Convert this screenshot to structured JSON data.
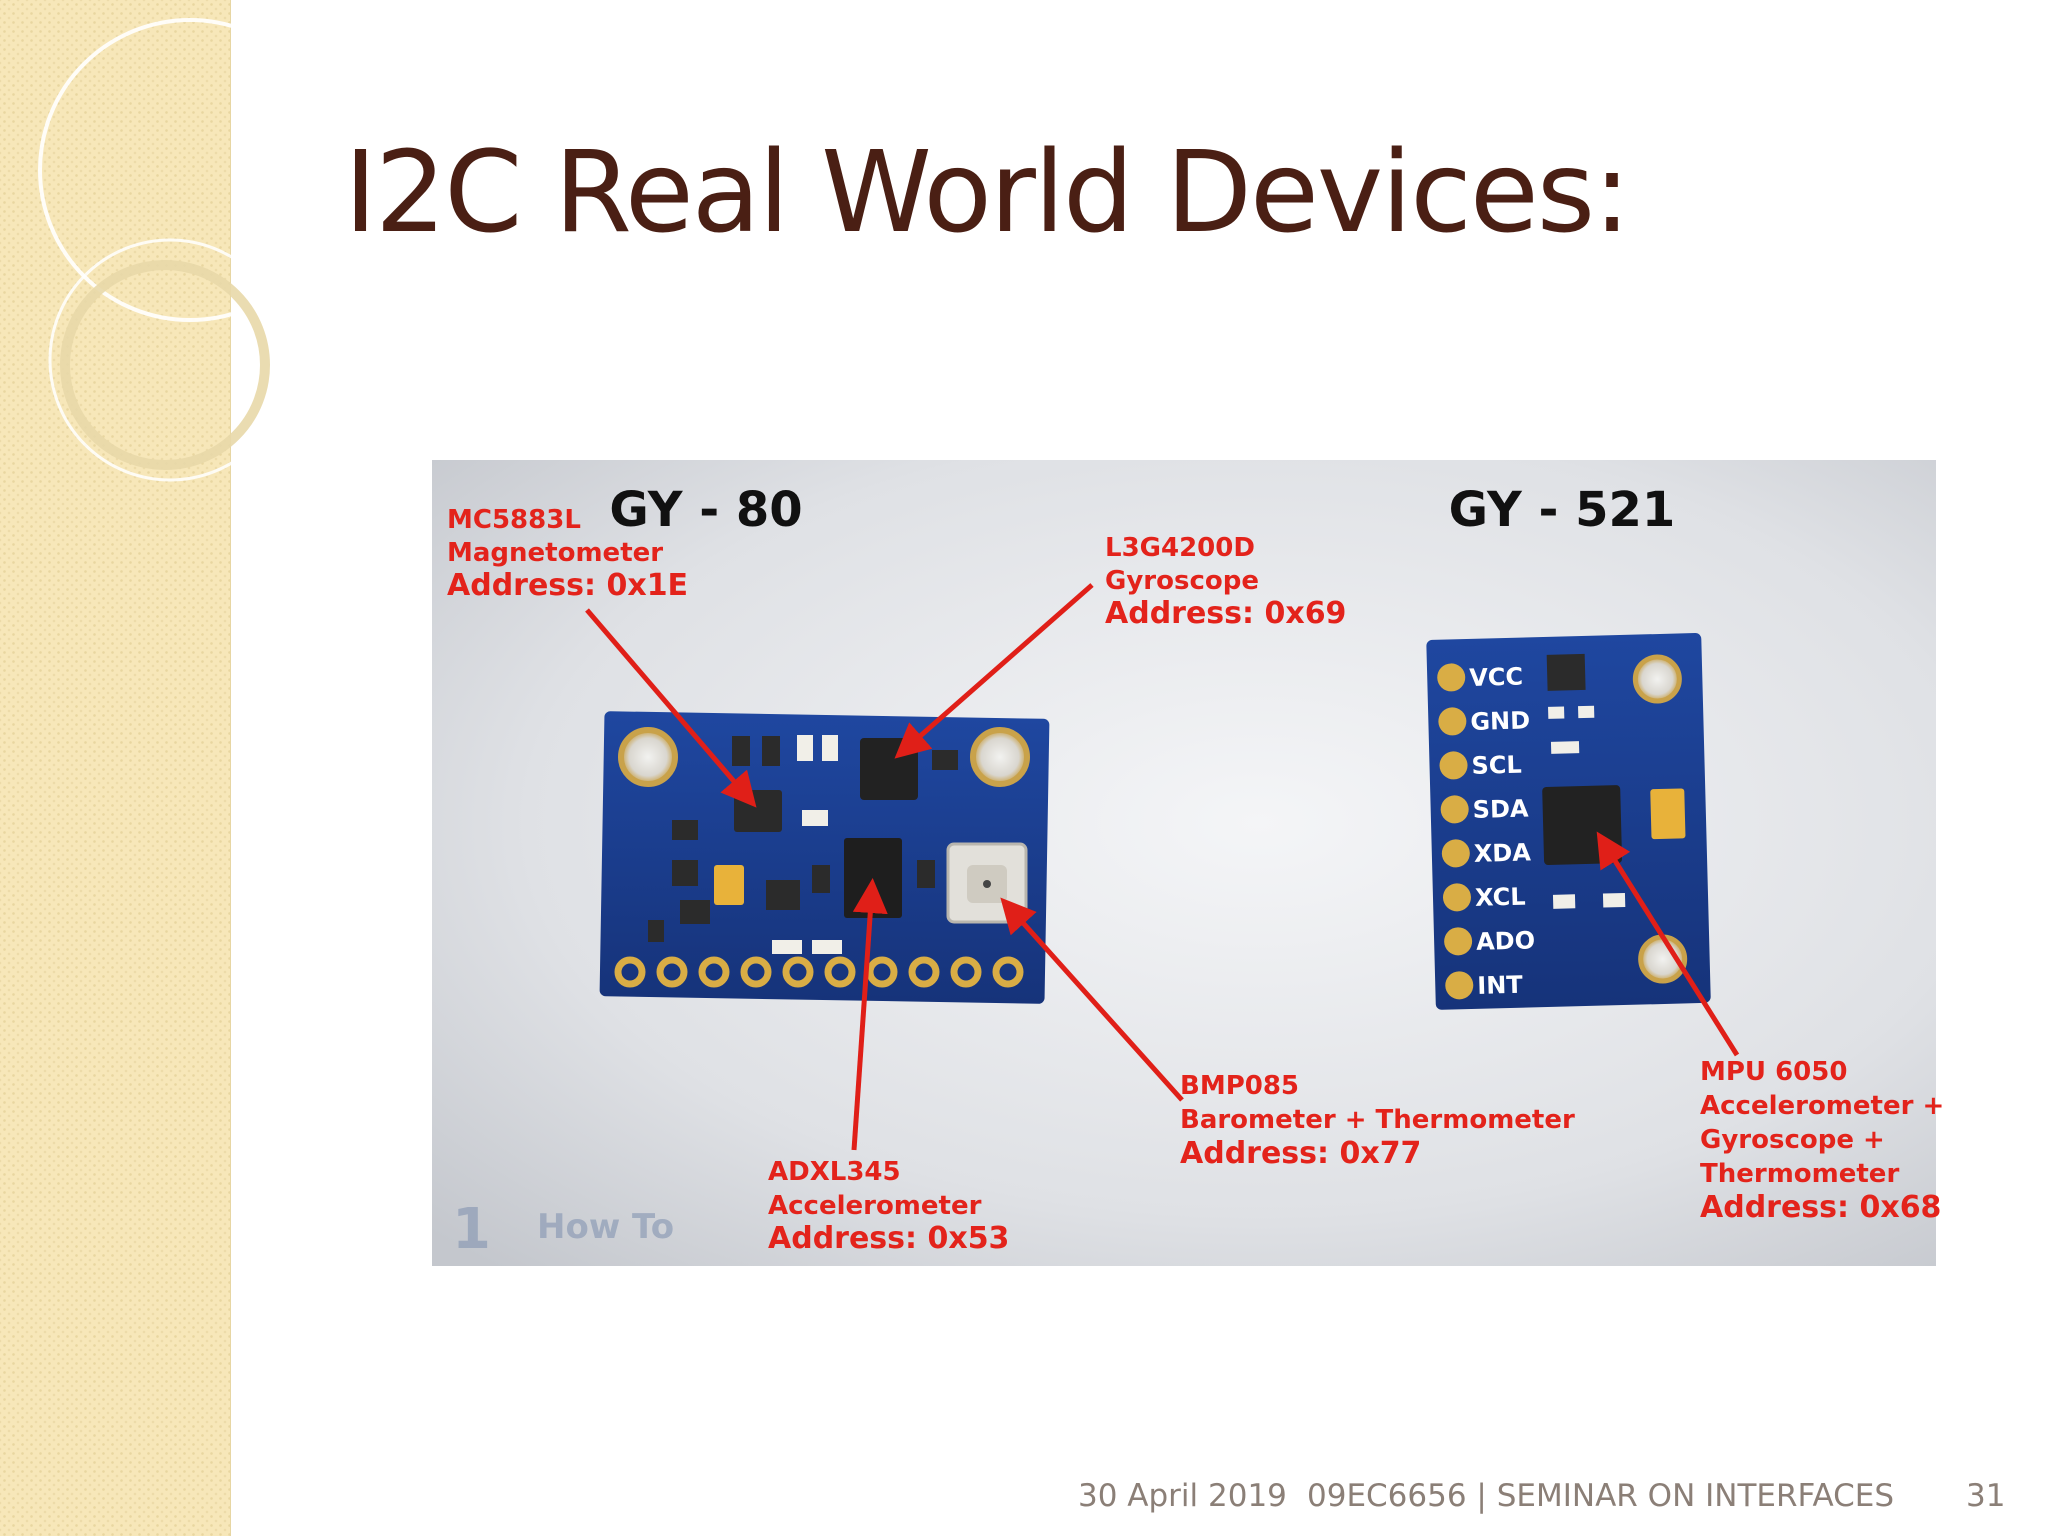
{
  "slide": {
    "title": "I2C Real World Devices:",
    "footer": {
      "date": "30 April 2019",
      "course": "09EC6656 | SEMINAR ON INTERFACES",
      "page_number": "31"
    }
  },
  "figure": {
    "board_left": {
      "name": "GY - 80",
      "annotations": [
        {
          "chip": "MC5883L",
          "role": "Magnetometer",
          "address": "Address: 0x1E"
        },
        {
          "chip": "L3G4200D",
          "role": "Gyroscope",
          "address": "Address: 0x69"
        },
        {
          "chip": "ADXL345",
          "role": "Accelerometer",
          "address": "Address: 0x53"
        },
        {
          "chip": "BMP085",
          "role": "Barometer + Thermometer",
          "address": "Address: 0x77"
        }
      ]
    },
    "board_right": {
      "name": "GY - 521",
      "pins": [
        "VCC",
        "GND",
        "SCL",
        "SDA",
        "XDA",
        "XCL",
        "ADO",
        "INT"
      ],
      "annotation": {
        "chip": "MPU 6050",
        "role_lines": [
          "Accelerometer +",
          "Gyroscope +",
          "Thermometer"
        ],
        "address": "Address: 0x68"
      }
    },
    "watermark": "How To",
    "colors": {
      "label_red": "#e3231b",
      "arrow_red": "#e01f18",
      "pcb_blue": "#1c3d8e",
      "title_brown": "#4a1f14"
    }
  }
}
